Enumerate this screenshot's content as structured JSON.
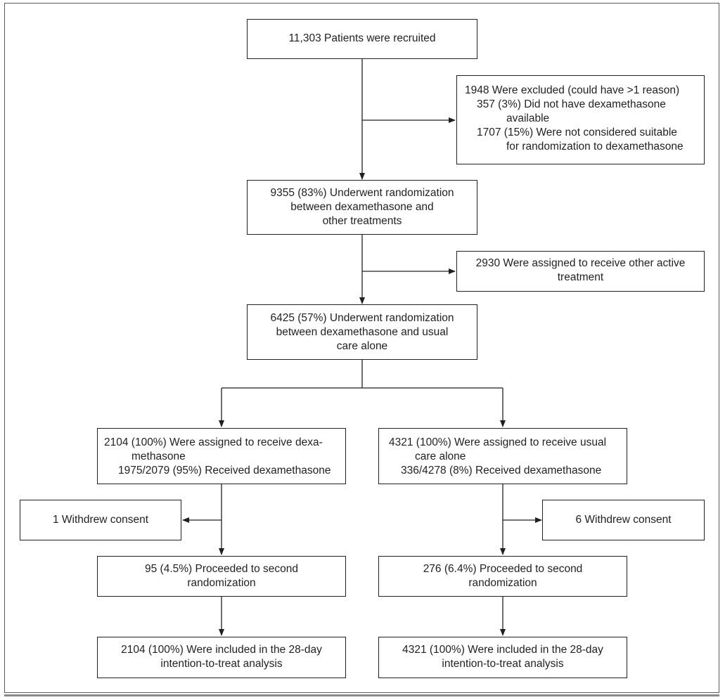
{
  "recruited": {
    "lines": [
      "11,303 Patients were recruited"
    ]
  },
  "excluded": {
    "lines": [
      "1948 Were excluded (could have >1 reason)",
      "357 (3%) Did not have dexamethasone",
      "available",
      "1707 (15%) Were not considered suitable",
      "for randomization to dexamethasone"
    ]
  },
  "rand1": {
    "lines": [
      "9355 (83%) Underwent randomization",
      "between dexamethasone and",
      "other treatments"
    ]
  },
  "other_active": {
    "lines": [
      "2930 Were assigned to receive other active",
      "treatment"
    ]
  },
  "rand2": {
    "lines": [
      "6425 (57%) Underwent randomization",
      "between dexamethasone and usual",
      "care alone"
    ]
  },
  "dexa_arm": {
    "lines": [
      "2104 (100%) Were assigned to receive dexa-",
      "methasone",
      "1975/2079 (95%) Received dexamethasone"
    ]
  },
  "usual_arm": {
    "lines": [
      "4321 (100%) Were assigned to receive usual",
      "care alone",
      "336/4278 (8%) Received dexamethasone"
    ]
  },
  "withdrew_left": {
    "lines": [
      "1 Withdrew consent"
    ]
  },
  "withdrew_right": {
    "lines": [
      "6 Withdrew consent"
    ]
  },
  "second_left": {
    "lines": [
      "95 (4.5%) Proceeded to second",
      "randomization"
    ]
  },
  "second_right": {
    "lines": [
      "276 (6.4%) Proceeded to second",
      "randomization"
    ]
  },
  "itt_left": {
    "lines": [
      "2104 (100%) Were included in the 28-day",
      "intention-to-treat analysis"
    ]
  },
  "itt_right": {
    "lines": [
      "4321 (100%) Were included in the 28-day",
      "intention-to-treat analysis"
    ]
  }
}
